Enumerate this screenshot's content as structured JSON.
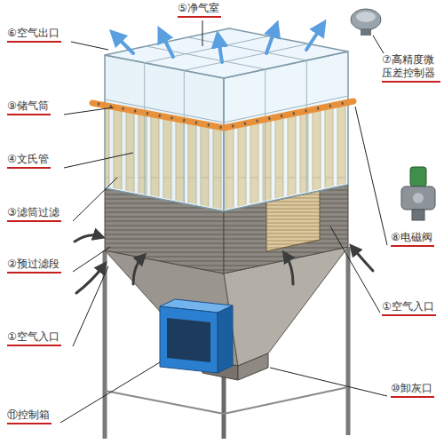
{
  "diagram": {
    "labels": [
      "⑥空气出口",
      "⑤净气室",
      "⑦高精度微 压差控制器",
      "⑨储气筒",
      "④文氏管",
      "⑧电磁阀",
      "③滤筒过滤",
      "②预过滤段",
      "①空气入口",
      "①空气入口",
      "⑩卸灰口",
      "⑪控制箱"
    ]
  }
}
